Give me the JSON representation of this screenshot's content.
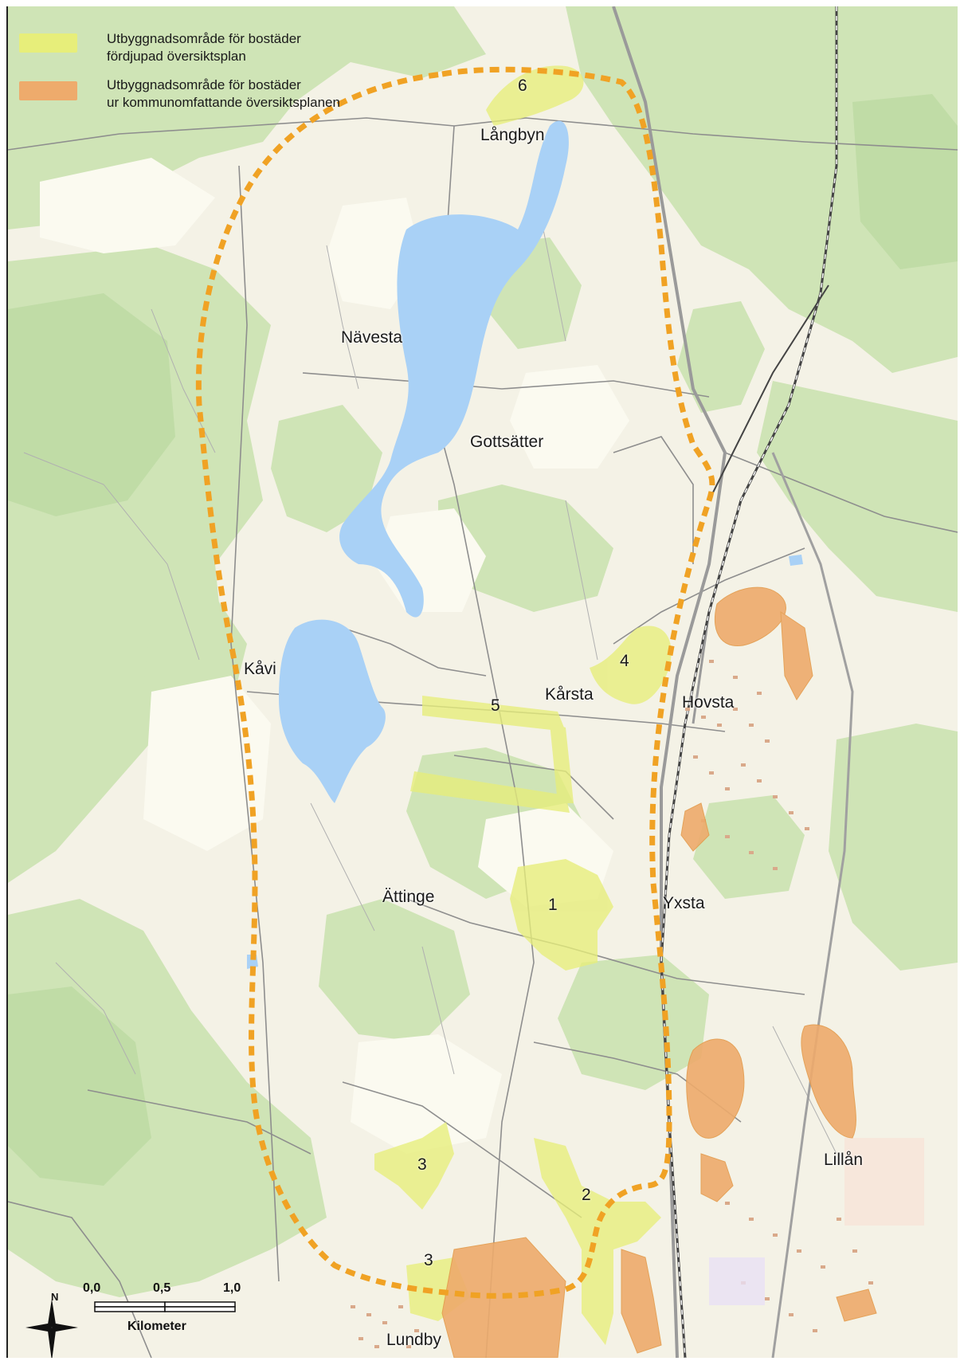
{
  "legend": {
    "items": [
      {
        "line1": "Utbyggnadsområde för bostäder",
        "line2": "fördjupad översiktsplan",
        "color": "#e7ee7a"
      },
      {
        "line1": "Utbyggnadsområde för bostäder",
        "line2": "ur kommunomfattande översiktsplanen",
        "color": "#eeab6c"
      }
    ]
  },
  "places": {
    "langbyn": "Långbyn",
    "navesta": "Nävesta",
    "gottsatter": "Gottsätter",
    "kavi": "Kåvi",
    "karsta": "Kårsta",
    "hovsta": "Hovsta",
    "attinge": "Ättinge",
    "yxsta": "Yxsta",
    "lillan": "Lillån",
    "lundby": "Lundby"
  },
  "areas": {
    "a1": "1",
    "a2": "2",
    "a3a": "3",
    "a3b": "3",
    "a4": "4",
    "a5": "5",
    "a6": "6"
  },
  "scale": {
    "tick0": "0,0",
    "tick1": "0,5",
    "tick2": "1,0",
    "unit": "Kilometer",
    "north": "N"
  },
  "colors": {
    "forest": "#cfe4b6",
    "forest_dark": "#bcd9a2",
    "open_land": "#fbfaf0",
    "water": "#a9d1f6",
    "plan_yellow": "#e7ee7a",
    "plan_orange": "#eeab6c",
    "boundary": "#f0a224",
    "railway": "#444444"
  }
}
